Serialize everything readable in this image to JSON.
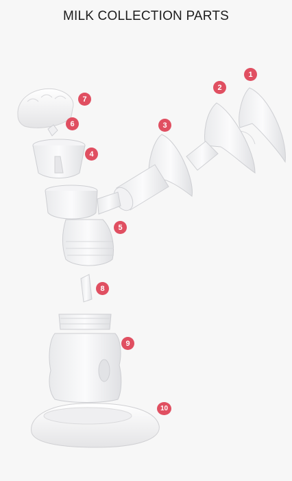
{
  "title": "MILK COLLECTION PARTS",
  "part_numbers": [
    "1",
    "2",
    "3",
    "4",
    "5",
    "6",
    "7",
    "8",
    "9",
    "10"
  ],
  "colors": {
    "badge": "#e04f61",
    "background": "#f7f7f7",
    "title": "#1c1c1c"
  }
}
